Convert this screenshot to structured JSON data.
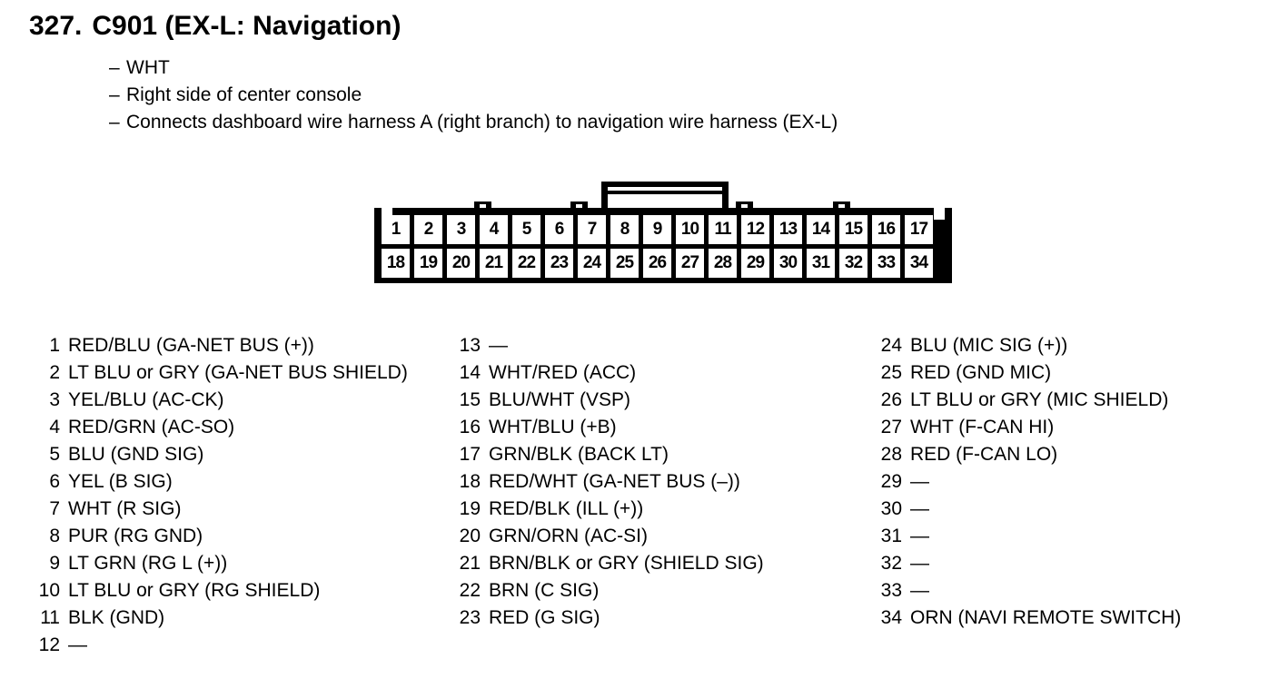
{
  "header": {
    "number": "327.",
    "title": "C901 (EX-L: Navigation)",
    "notes": [
      {
        "dash": "–",
        "text": "WHT"
      },
      {
        "dash": "–",
        "text": "Right side of center console"
      },
      {
        "dash": "–",
        "text": "Connects dashboard wire harness A (right branch) to navigation wire harness (EX-L)"
      }
    ]
  },
  "connector": {
    "top_row": [
      "1",
      "2",
      "3",
      "4",
      "5",
      "6",
      "7",
      "8",
      "9",
      "10",
      "11",
      "12",
      "13",
      "14",
      "15",
      "16",
      "17"
    ],
    "bottom_row": [
      "18",
      "19",
      "20",
      "21",
      "22",
      "23",
      "24",
      "25",
      "26",
      "27",
      "28",
      "29",
      "30",
      "31",
      "32",
      "33",
      "34"
    ]
  },
  "pin_columns": [
    {
      "items": [
        {
          "no": "1",
          "desc": "RED/BLU (GA-NET BUS (+))"
        },
        {
          "no": "2",
          "desc": "LT BLU or GRY (GA-NET BUS SHIELD)"
        },
        {
          "no": "3",
          "desc": "YEL/BLU (AC-CK)"
        },
        {
          "no": "4",
          "desc": "RED/GRN (AC-SO)"
        },
        {
          "no": "5",
          "desc": "BLU (GND SIG)"
        },
        {
          "no": "6",
          "desc": "YEL (B SIG)"
        },
        {
          "no": "7",
          "desc": "WHT (R SIG)"
        },
        {
          "no": "8",
          "desc": "PUR (RG GND)"
        },
        {
          "no": "9",
          "desc": "LT GRN (RG L (+))"
        },
        {
          "no": "10",
          "desc": "LT BLU or GRY (RG SHIELD)"
        },
        {
          "no": "11",
          "desc": "BLK (GND)"
        },
        {
          "no": "12",
          "desc": "—"
        }
      ]
    },
    {
      "items": [
        {
          "no": "13",
          "desc": "—"
        },
        {
          "no": "14",
          "desc": "WHT/RED (ACC)"
        },
        {
          "no": "15",
          "desc": "BLU/WHT (VSP)"
        },
        {
          "no": "16",
          "desc": "WHT/BLU (+B)"
        },
        {
          "no": "17",
          "desc": "GRN/BLK (BACK LT)"
        },
        {
          "no": "18",
          "desc": "RED/WHT (GA-NET BUS (–))"
        },
        {
          "no": "19",
          "desc": "RED/BLK (ILL (+))"
        },
        {
          "no": "20",
          "desc": "GRN/ORN (AC-SI)"
        },
        {
          "no": "21",
          "desc": "BRN/BLK or GRY (SHIELD SIG)"
        },
        {
          "no": "22",
          "desc": "BRN (C SIG)"
        },
        {
          "no": "23",
          "desc": "RED (G SIG)"
        }
      ]
    },
    {
      "items": [
        {
          "no": "24",
          "desc": "BLU (MIC SIG (+))"
        },
        {
          "no": "25",
          "desc": "RED (GND MIC)"
        },
        {
          "no": "26",
          "desc": "LT BLU or GRY (MIC SHIELD)"
        },
        {
          "no": "27",
          "desc": "WHT (F-CAN HI)"
        },
        {
          "no": "28",
          "desc": "RED (F-CAN LO)"
        },
        {
          "no": "29",
          "desc": "—"
        },
        {
          "no": "30",
          "desc": "—"
        },
        {
          "no": "31",
          "desc": "—"
        },
        {
          "no": "32",
          "desc": "—"
        },
        {
          "no": "33",
          "desc": "—"
        },
        {
          "no": "34",
          "desc": "ORN (NAVI REMOTE SWITCH)"
        }
      ]
    }
  ]
}
